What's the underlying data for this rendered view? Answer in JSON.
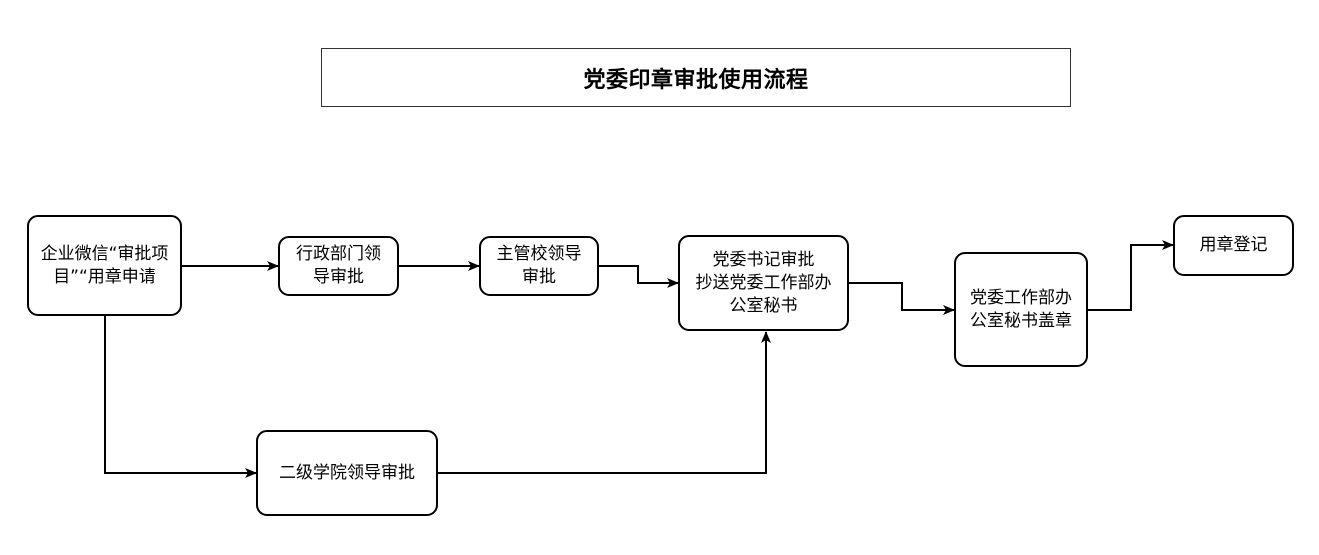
{
  "title": "党委印章审批使用流程",
  "nodes": {
    "apply": [
      "企业微信“审批项",
      "目”“用章申请"
    ],
    "admin_dept": [
      "行政部门领",
      "导审批"
    ],
    "supervisor": [
      "主管校领导",
      "审批"
    ],
    "secretary": [
      "党委书记审批",
      "抄送党委工作部办",
      "公室秘书"
    ],
    "stamp": [
      "党委工作部办",
      "公室秘书盖章"
    ],
    "register": [
      "用章登记"
    ],
    "college": [
      "二级学院领导审批"
    ]
  }
}
